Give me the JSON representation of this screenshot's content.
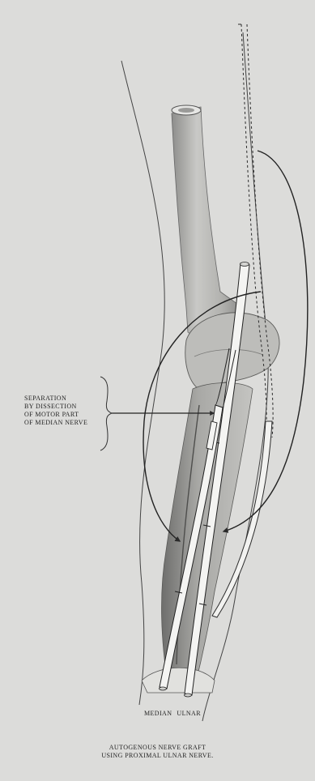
{
  "annotation": {
    "lines": [
      "SEPARATION",
      "BY DISSECTION",
      "OF MOTOR PART",
      "OF MEDIAN NERVE"
    ]
  },
  "nerve_labels": {
    "median": "MEDIAN",
    "ulnar": "ULNAR"
  },
  "caption": {
    "line1": "AUTOGENOUS NERVE GRAFT",
    "line2": "USING PROXIMAL ULNAR NERVE."
  }
}
